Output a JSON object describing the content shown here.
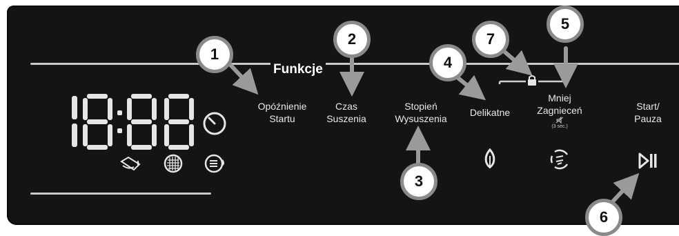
{
  "functions_title": "Funkcje",
  "digit_display": "18:88",
  "buttons": [
    {
      "id": "delay-start",
      "line1": "Opóźnienie",
      "line2": "Startu"
    },
    {
      "id": "drying-time",
      "line1": "Czas",
      "line2": "Suszenia"
    },
    {
      "id": "drying-level",
      "line1": "Stopień",
      "line2": "Wysuszenia"
    },
    {
      "id": "delicate",
      "line1": "Delikatne"
    },
    {
      "id": "less-creasing",
      "line1": "Mniej",
      "line2": "Zagnieceń",
      "note": "(3 sec.)"
    },
    {
      "id": "start-pause",
      "line1": "Start/",
      "line2": "Pauza"
    }
  ],
  "callouts": [
    "1",
    "2",
    "3",
    "4",
    "5",
    "6",
    "7"
  ],
  "icons": [
    "timer-icon",
    "water-tank-icon",
    "filter-icon",
    "condenser-icon",
    "leaf-icon",
    "anti-crease-icon",
    "play-pause-icon",
    "lock-icon",
    "mute-icon"
  ],
  "colors": {
    "panel": "#141414",
    "text": "#e8e8e8",
    "callout_border": "#8a8a8a",
    "arrow": "#9a9a9a"
  }
}
